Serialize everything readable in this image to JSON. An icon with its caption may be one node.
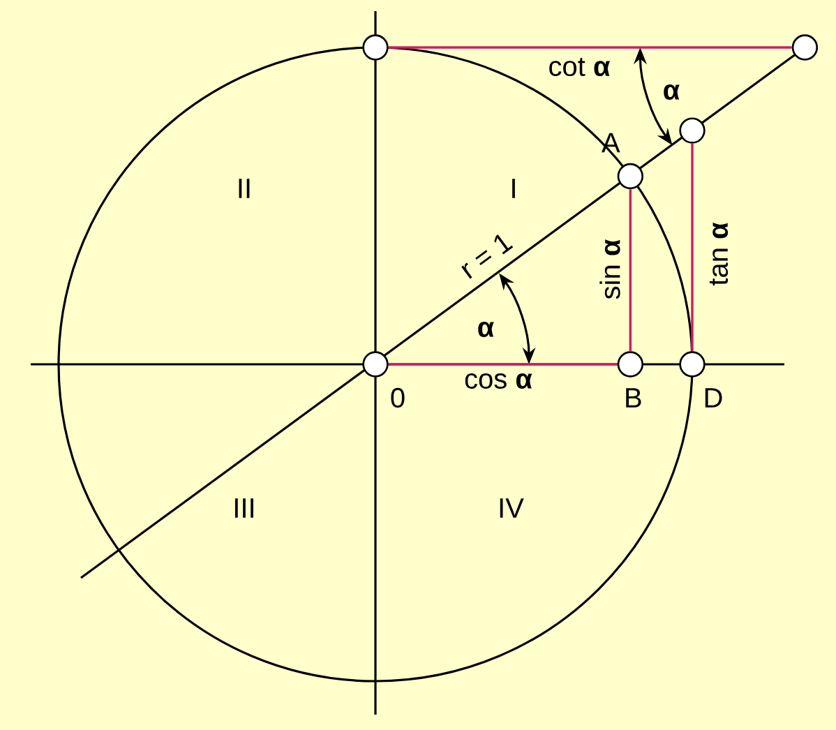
{
  "diagram": {
    "nodes": [
      {
        "text": [],
        "shape": "circle"
      },
      {
        "text": [],
        "shape": "circle"
      },
      {
        "text": [],
        "shape": "circle"
      },
      {
        "text": [
          "A"
        ]
      },
      {
        "text": [
          "0"
        ]
      },
      {
        "text": [
          "B"
        ]
      },
      {
        "text": [
          "D"
        ]
      }
    ],
    "edges": [
      {
        "from": 0,
        "to": 1,
        "arrow": "none",
        "label": "cot **α**"
      },
      {
        "from": 3,
        "to": 5,
        "arrow": "none",
        "label": "sin **α**"
      },
      {
        "from": 6,
        "to": 2,
        "arrow": "none",
        "label": "tan **α**"
      },
      {
        "from": 4,
        "to": 5,
        "arrow": "none",
        "label": "cos **α**"
      }
    ],
    "labels": [
      "α",
      "II",
      "I",
      "r = 1",
      "α",
      "III",
      "IV"
    ]
  }
}
